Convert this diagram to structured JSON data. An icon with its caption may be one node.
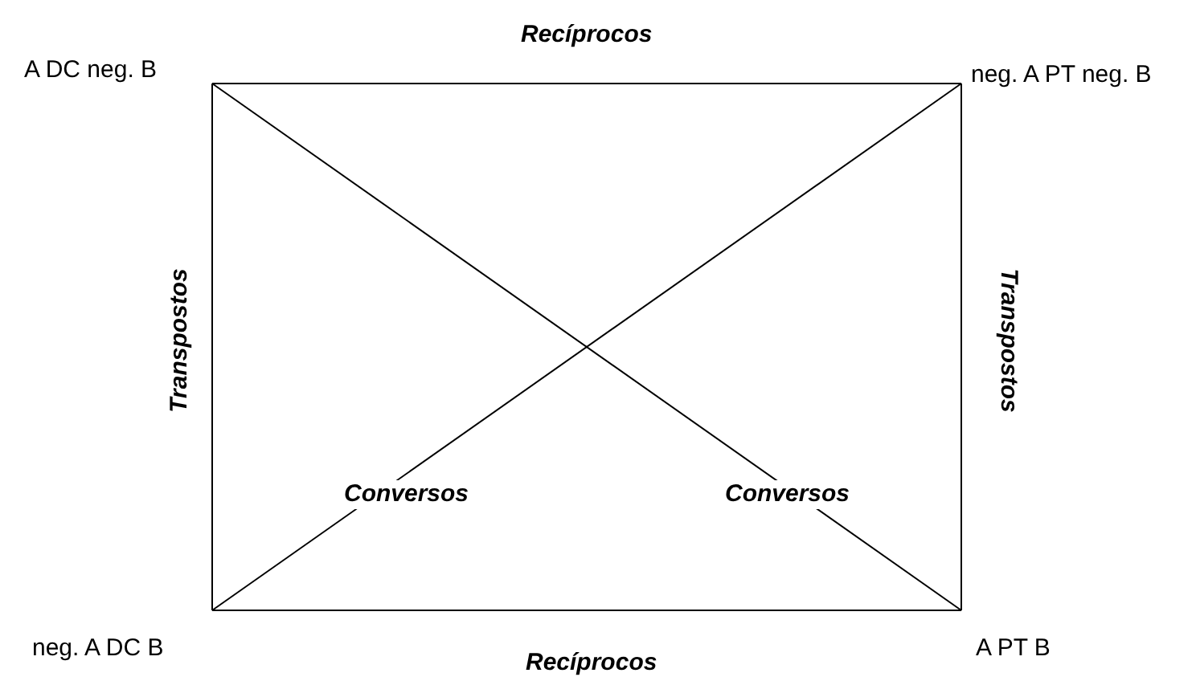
{
  "diagram": {
    "nodes": [
      {
        "text": [
          "A DC neg. B"
        ]
      },
      {
        "text": [
          "neg. A PT neg. B"
        ]
      },
      {
        "text": [
          "neg. A DC B"
        ]
      },
      {
        "text": [
          "A PT B"
        ]
      }
    ],
    "edges": [
      {
        "from": 0,
        "to": 1,
        "arrow": "none",
        "label": "Recíprocos"
      },
      {
        "from": 0,
        "to": 2,
        "arrow": "none",
        "label": "Transpostos"
      },
      {
        "from": 1,
        "to": 3,
        "arrow": "none",
        "label": "Transpostos"
      },
      {
        "from": 2,
        "to": 3,
        "arrow": "none",
        "label": "Recíprocos"
      },
      {
        "from": 0,
        "to": 3,
        "arrow": "none",
        "label": "Conversos"
      },
      {
        "from": 2,
        "to": 1,
        "arrow": "none",
        "label": "Conversos"
      }
    ]
  }
}
